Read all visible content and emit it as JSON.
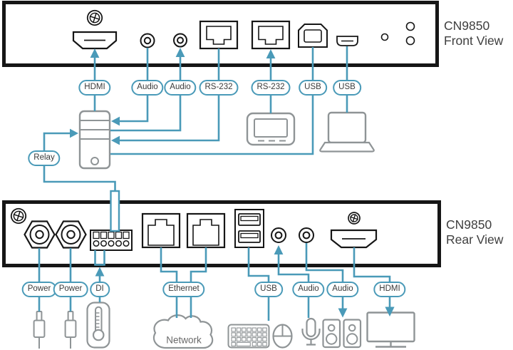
{
  "front_panel": {
    "title": "CN9850",
    "subtitle": "Front View",
    "labels": [
      "HDMI",
      "Audio",
      "Audio",
      "RS-232",
      "RS-232",
      "USB",
      "USB"
    ]
  },
  "rear_panel": {
    "title": "CN9850",
    "subtitle": "Rear View",
    "labels": [
      "Power",
      "Power",
      "DI",
      "Ethernet",
      "USB",
      "Audio",
      "Audio",
      "HDMI"
    ]
  },
  "relay_label": "Relay",
  "network_label": "Network",
  "colors": {
    "accent": "#4a9ab8",
    "panel_outline": "#161616",
    "device_outline": "#8f9496",
    "label_text": "#3a3a3a",
    "title_text": "#3e3e3e"
  },
  "icon_names": [
    "ground-screw-icon",
    "hdmi-port-icon",
    "audio-jack-icon",
    "rj45-port-icon",
    "usb-b-port-icon",
    "mini-usb-port-icon",
    "led-indicator-icon",
    "power-jack-icon",
    "terminal-block-icon",
    "usb-a-ports-icon",
    "pc-tower-icon",
    "serial-console-icon",
    "laptop-icon",
    "power-plug-icon",
    "temperature-sensor-icon",
    "network-cloud-icon",
    "keyboard-icon",
    "mouse-icon",
    "microphone-icon",
    "speakers-icon",
    "monitor-icon",
    "up-arrow-icon",
    "down-arrow-icon"
  ]
}
